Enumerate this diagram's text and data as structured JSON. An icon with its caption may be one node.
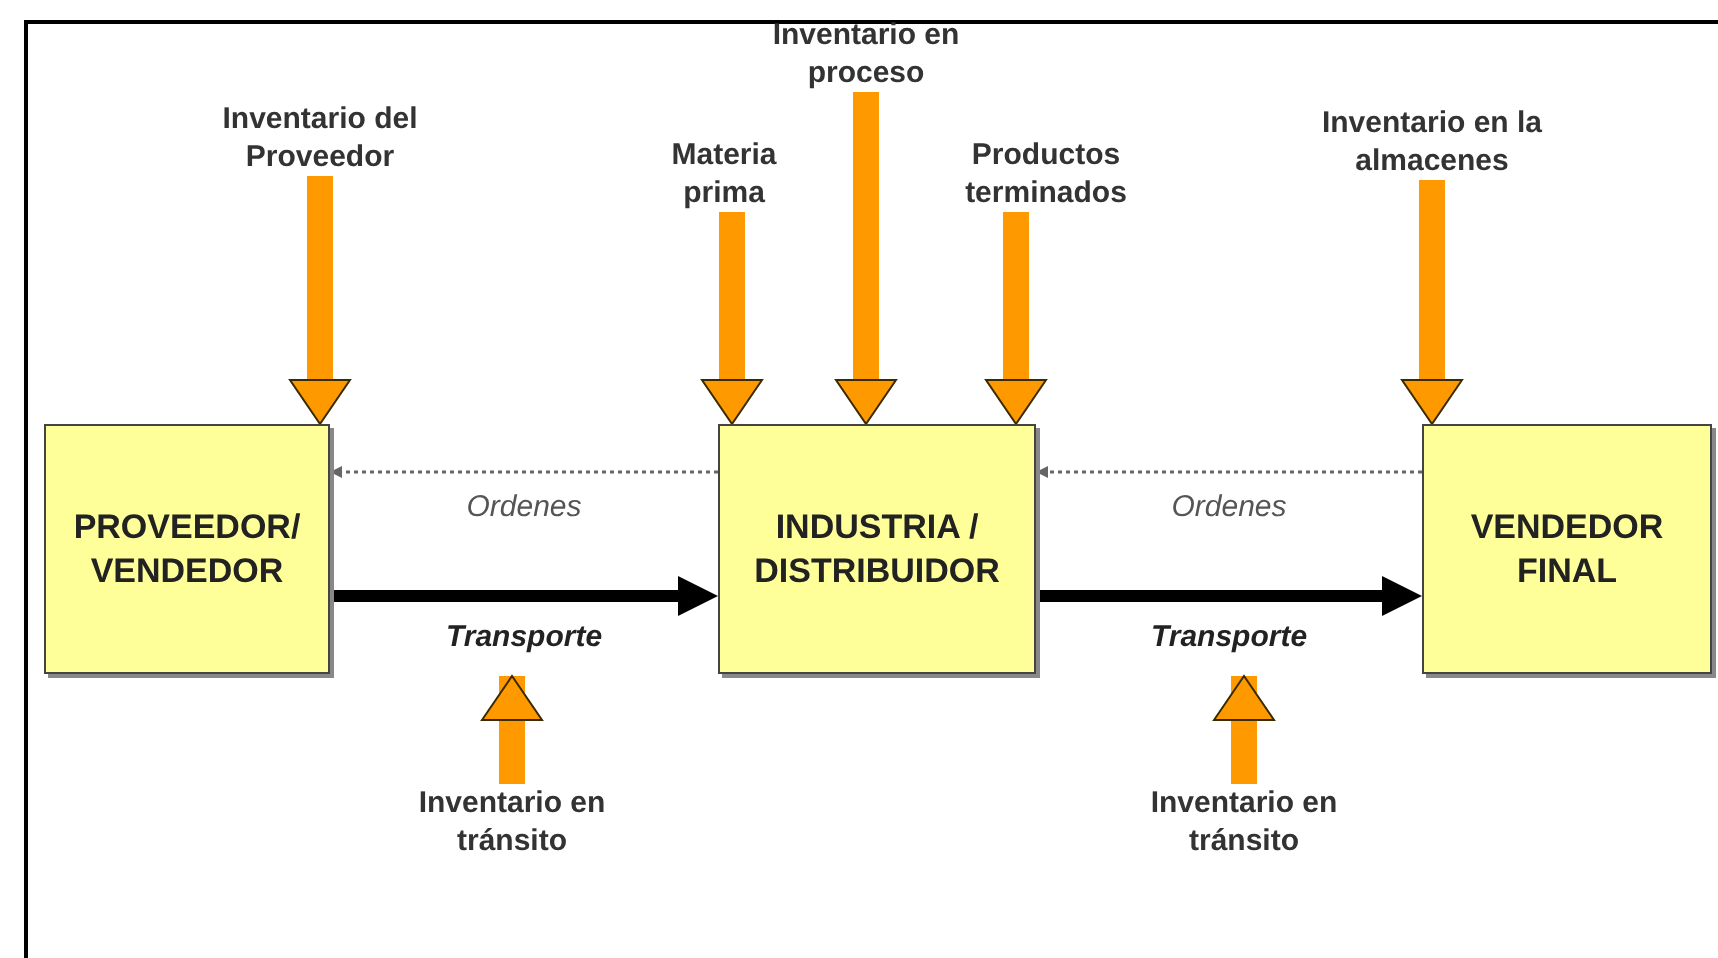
{
  "diagram": {
    "nodes": [
      {
        "text": [
          "PROVEEDOR/ VENDEDOR"
        ]
      },
      {
        "text": [
          "INDUSTRIA / DISTRIBUIDOR"
        ]
      },
      {
        "text": [
          "VENDEDOR FINAL"
        ]
      },
      {
        "text": [
          "Inventario del Proveedor"
        ]
      },
      {
        "text": [
          "Materia prima"
        ]
      },
      {
        "text": [
          "Inventario en proceso"
        ]
      },
      {
        "text": [
          "Productos terminados"
        ]
      },
      {
        "text": [
          "Inventario en la almacenes"
        ]
      },
      {
        "text": [
          "Inventario en tránsito"
        ]
      },
      {
        "text": [
          "Inventario en tránsito"
        ]
      }
    ],
    "edges": [
      {
        "from": 1,
        "to": 0,
        "arrow": "to",
        "label": "Ordenes",
        "style": "dashed",
        "color": "#666666"
      },
      {
        "from": 0,
        "to": 1,
        "arrow": "to",
        "label": "Transporte",
        "color": "#000000"
      },
      {
        "from": 2,
        "to": 1,
        "arrow": "to",
        "label": "Ordenes",
        "style": "dashed",
        "color": "#666666"
      },
      {
        "from": 1,
        "to": 2,
        "arrow": "to",
        "label": "Transporte",
        "color": "#000000"
      },
      {
        "from": 3,
        "to": 0,
        "arrow": "to"
      },
      {
        "from": 4,
        "to": 1,
        "arrow": "to"
      },
      {
        "from": 5,
        "to": 1,
        "arrow": "to"
      },
      {
        "from": 6,
        "to": 1,
        "arrow": "to"
      },
      {
        "from": 7,
        "to": 2,
        "arrow": "to"
      },
      {
        "from": 8,
        "to": null,
        "arrow": "to"
      },
      {
        "from": 9,
        "to": null,
        "arrow": "to"
      }
    ]
  }
}
